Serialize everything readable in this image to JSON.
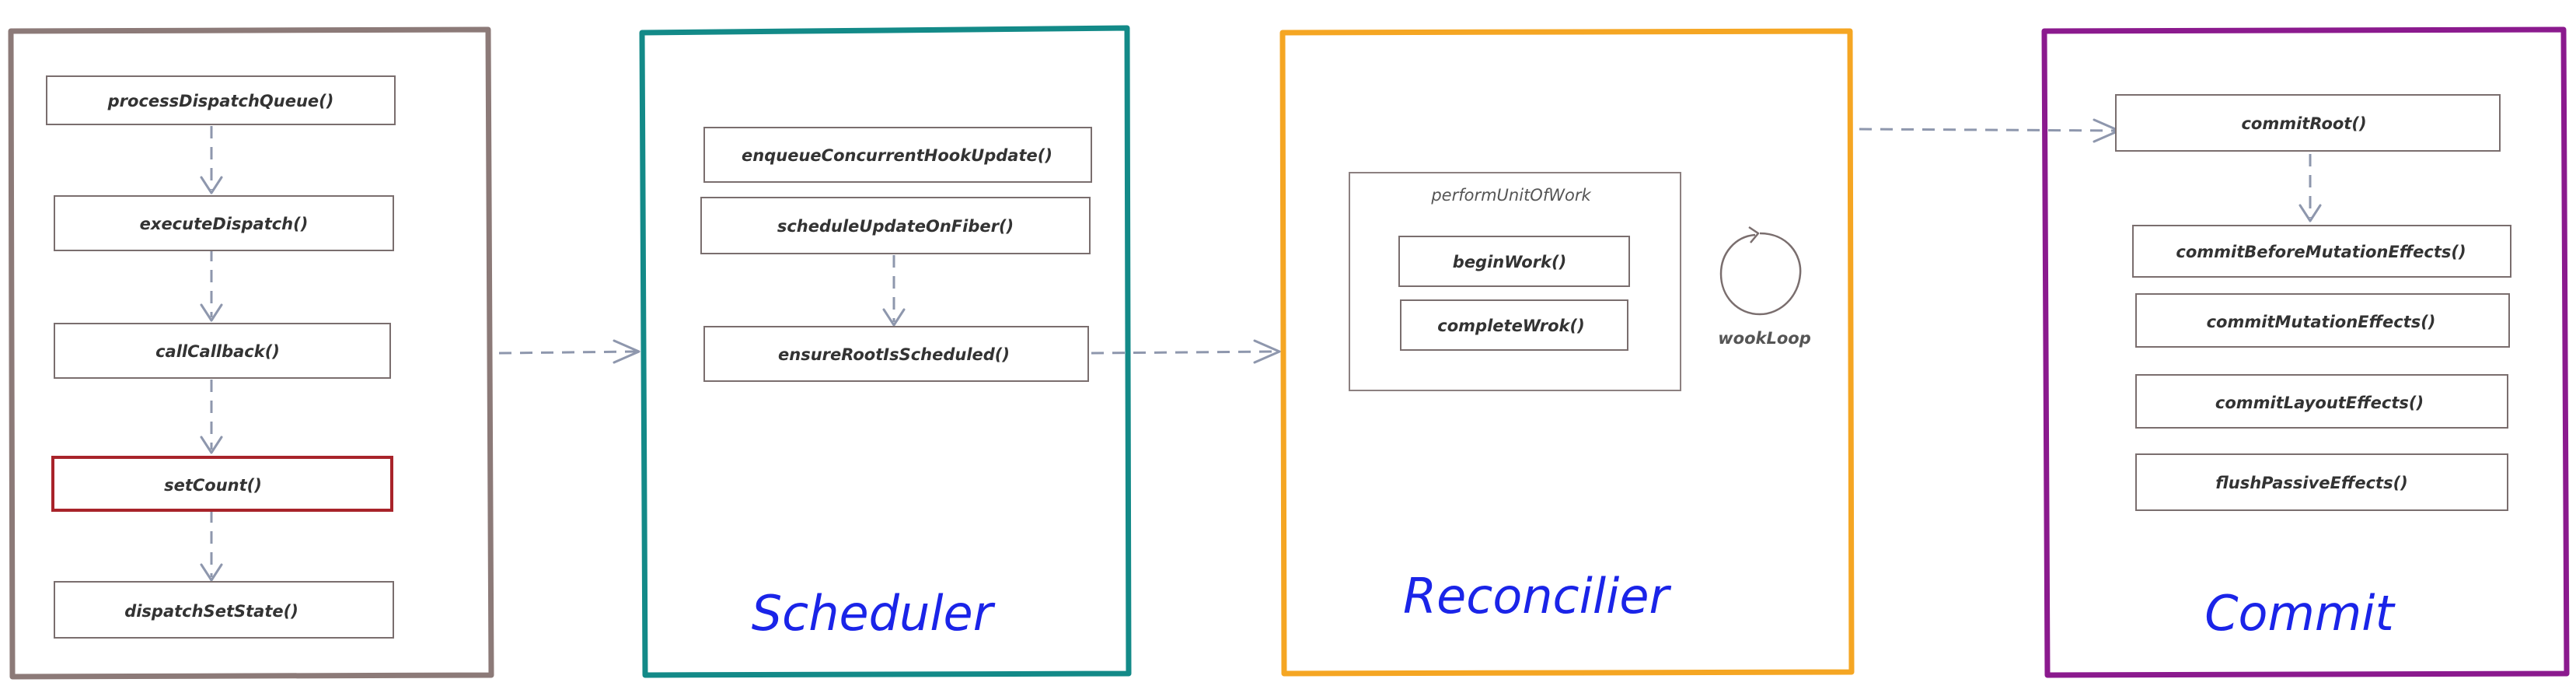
{
  "colors": {
    "panel_event": "#8c7a78",
    "panel_scheduler": "#138a88",
    "panel_reconciler": "#f5a623",
    "panel_commit": "#8b1a8e",
    "highlight_box": "#a8232a",
    "title_text": "#1a24e8",
    "arrow": "#8e97ad"
  },
  "event_panel": {
    "boxes": [
      "processDispatchQueue()",
      "executeDispatch()",
      "callCallback()",
      "setCount()",
      "dispatchSetState()"
    ]
  },
  "scheduler_panel": {
    "title": "Scheduler",
    "boxes": [
      "enqueueConcurrentHookUpdate()",
      "scheduleUpdateOnFiber()",
      "ensureRootIsScheduled()"
    ]
  },
  "reconciler_panel": {
    "title": "Reconcilier",
    "unit_of_work_caption": "performUnitOfWork",
    "boxes": [
      "beginWork()",
      "completeWrok()"
    ],
    "loop_label": "wookLoop"
  },
  "commit_panel": {
    "title": "Commit",
    "boxes": [
      "commitRoot()",
      "commitBeforeMutationEffects()",
      "commitMutationEffects()",
      "commitLayoutEffects()",
      "flushPassiveEffects()"
    ]
  }
}
